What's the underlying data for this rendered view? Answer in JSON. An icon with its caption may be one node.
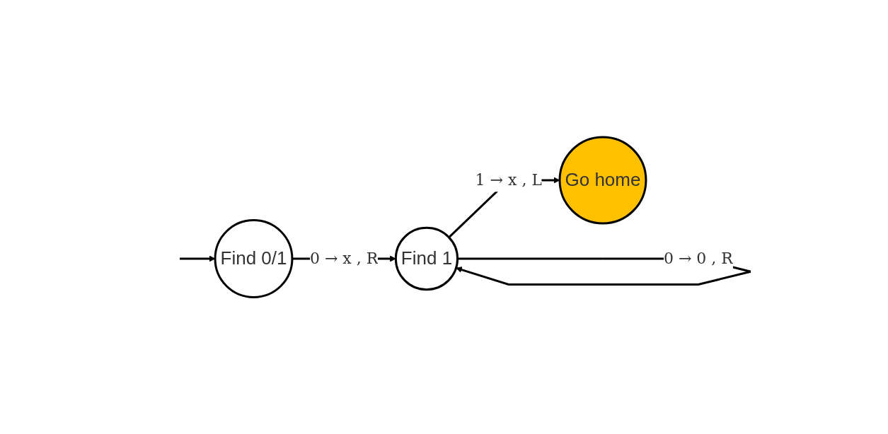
{
  "diagram": {
    "nodes": [
      {
        "text": [
          "Find 0/1"
        ]
      },
      {
        "text": [
          "Find 1"
        ]
      },
      {
        "text": [
          "Go home"
        ]
      }
    ],
    "edges": [
      {
        "from": null,
        "to": 0,
        "arrow": "to"
      },
      {
        "from": 0,
        "to": 1,
        "arrow": "to",
        "label": "0 → x , R"
      },
      {
        "from": 1,
        "to": 1,
        "arrow": "to",
        "label": "0 → 0 , R"
      },
      {
        "from": 1,
        "to": 2,
        "arrow": "to",
        "label": "1 → x , L"
      }
    ]
  }
}
